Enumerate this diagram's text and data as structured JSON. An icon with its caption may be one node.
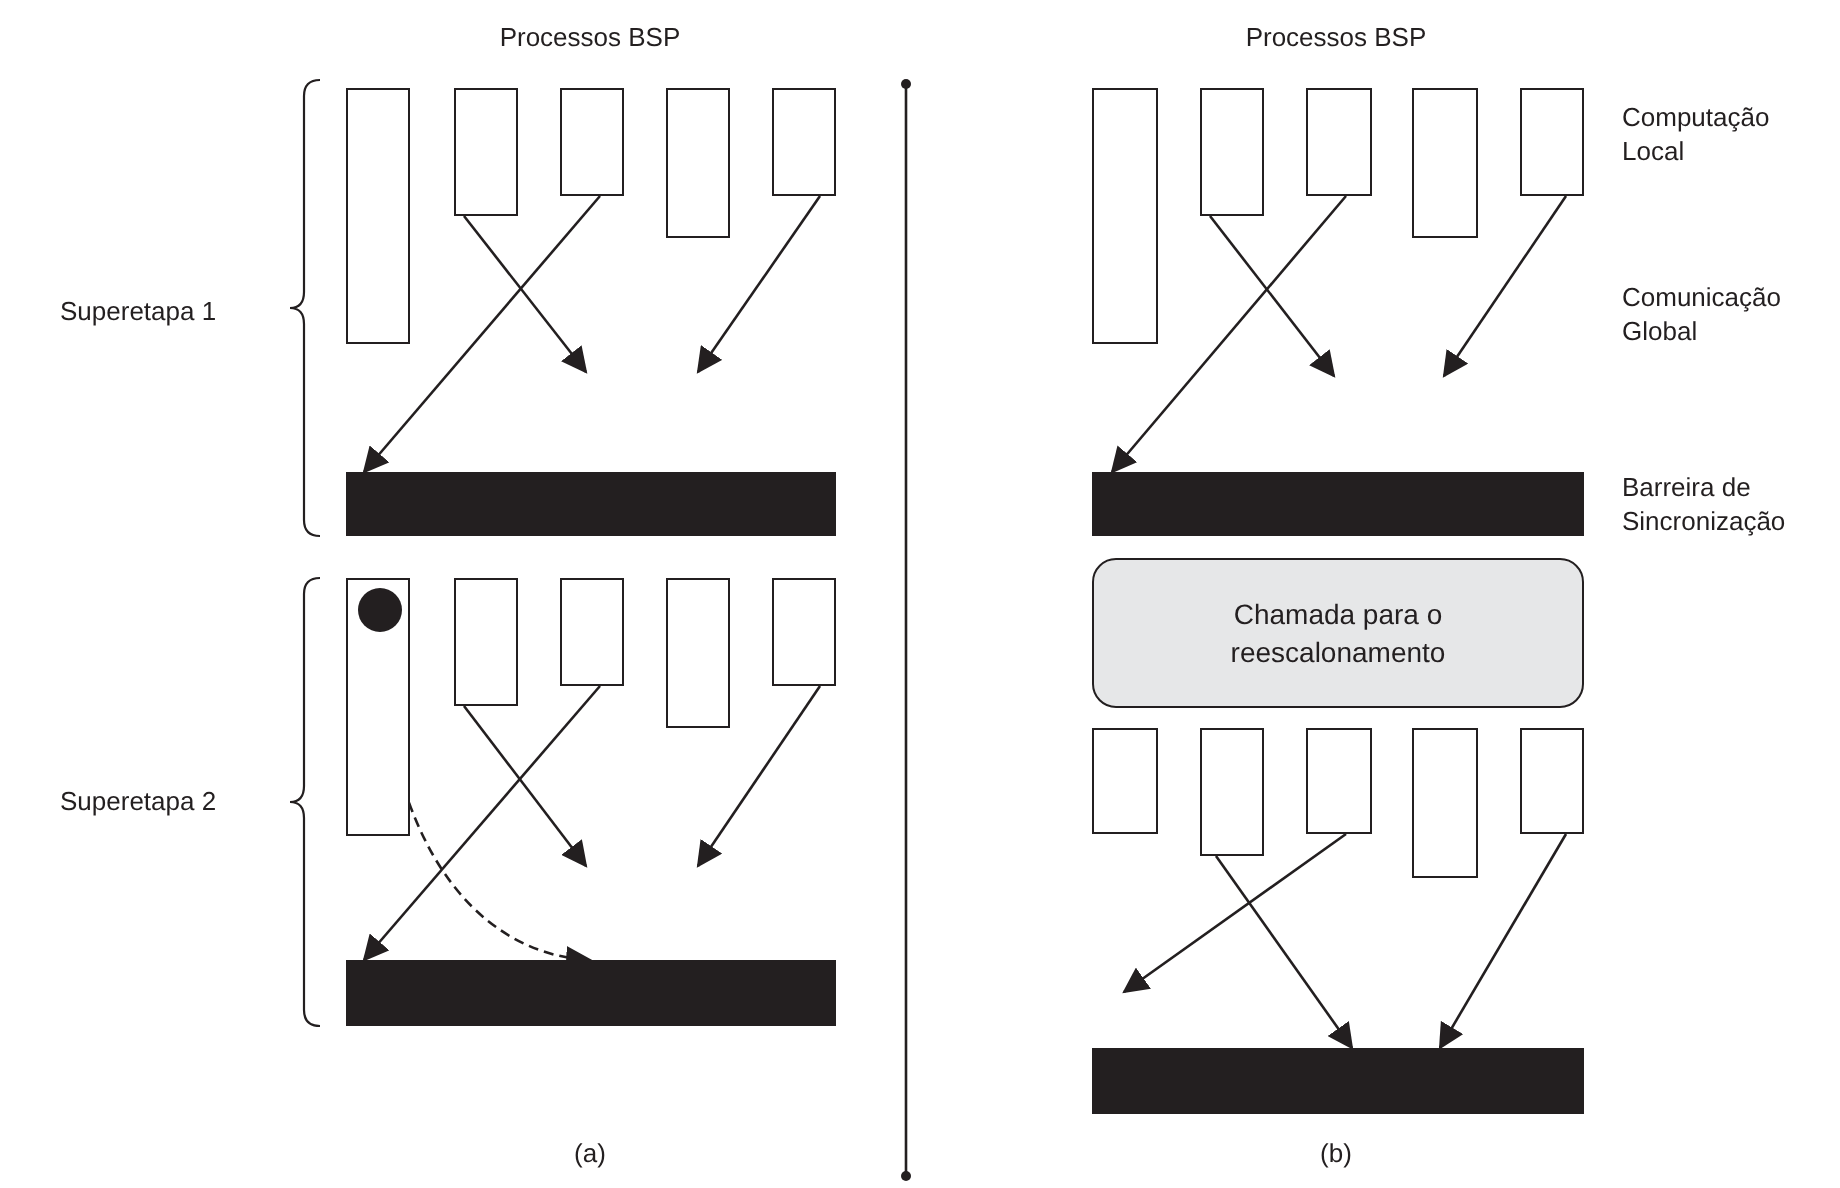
{
  "diagram": {
    "nodes": [
      {
        "text": [],
        "shape": "box"
      },
      {
        "text": [],
        "shape": "box"
      },
      {
        "text": [],
        "shape": "box"
      },
      {
        "text": [],
        "shape": "box"
      },
      {
        "text": [],
        "shape": "box"
      },
      {
        "text": [],
        "shape": "bar"
      },
      {
        "text": [],
        "shape": "box"
      },
      {
        "text": [],
        "shape": "box"
      },
      {
        "text": [],
        "shape": "box"
      },
      {
        "text": [],
        "shape": "box"
      },
      {
        "text": [],
        "shape": "box"
      },
      {
        "text": [],
        "shape": "circle",
        "in": 6
      },
      {
        "text": [],
        "shape": "bar"
      },
      {
        "text": [],
        "shape": "box"
      },
      {
        "text": [],
        "shape": "box"
      },
      {
        "text": [],
        "shape": "box"
      },
      {
        "text": [],
        "shape": "box"
      },
      {
        "text": [],
        "shape": "box"
      },
      {
        "text": [],
        "shape": "bar"
      },
      {
        "text": [
          "Chamada para o reescalonamento"
        ]
      },
      {
        "text": [],
        "shape": "box"
      },
      {
        "text": [],
        "shape": "box"
      },
      {
        "text": [],
        "shape": "box"
      },
      {
        "text": [],
        "shape": "box"
      },
      {
        "text": [],
        "shape": "box"
      },
      {
        "text": [],
        "shape": "bar"
      }
    ],
    "edges": [
      {
        "from": 2,
        "to": 5,
        "arrow": "to"
      },
      {
        "from": 1,
        "to": null,
        "arrow": "to"
      },
      {
        "from": 4,
        "to": null,
        "arrow": "to"
      },
      {
        "from": 8,
        "to": 12,
        "arrow": "to"
      },
      {
        "from": 7,
        "to": null,
        "arrow": "to"
      },
      {
        "from": 10,
        "to": null,
        "arrow": "to"
      },
      {
        "from": 11,
        "to": 12,
        "arrow": "to",
        "style": "dashed"
      },
      {
        "from": 15,
        "to": 18,
        "arrow": "to"
      },
      {
        "from": 14,
        "to": null,
        "arrow": "to"
      },
      {
        "from": 17,
        "to": null,
        "arrow": "to"
      },
      {
        "from": 22,
        "to": null,
        "arrow": "to"
      },
      {
        "from": 21,
        "to": 25,
        "arrow": "to"
      },
      {
        "from": 24,
        "to": 25,
        "arrow": "to"
      }
    ],
    "labels": [
      "Processos BSP",
      "Processos BSP",
      "Computação Local",
      "Superetapa 1",
      "Comunicação Global",
      "Barreira de Sincronização",
      "Superetapa 2",
      "(a)",
      "(b)"
    ]
  }
}
